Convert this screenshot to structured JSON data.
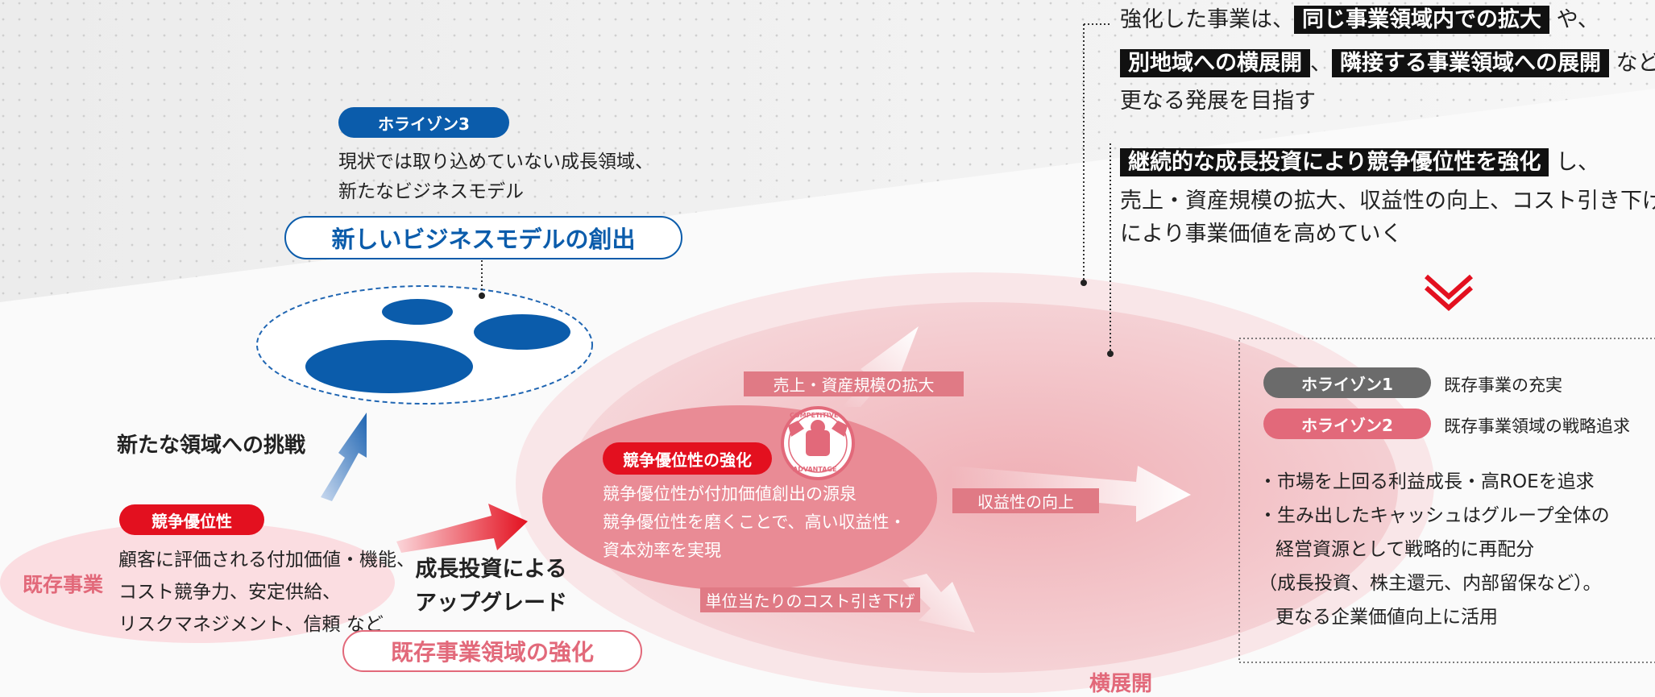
{
  "horizon3": {
    "badge": "ホライゾン3",
    "desc_lines": [
      "現状では取り込めていない成長領域、",
      "新たなビジネスモデル"
    ],
    "title": "新しいビジネスモデルの創出"
  },
  "challenge_label": "新たな領域への挑戦",
  "existing": {
    "side_label": "既存事業",
    "badge": "競争優位性",
    "lines": [
      "顧客に評価される付加価値・機能、",
      "コスト競争力、安定供給、",
      "リスクマネジメント、信頼 など"
    ]
  },
  "upgrade_lines": [
    "成長投資による",
    "アップグレード"
  ],
  "strengthen_title": "既存事業領域の強化",
  "competitive": {
    "badge": "競争優位性の強化",
    "emblem_top": "COMPETITIVE",
    "emblem_bottom": "ADVANTAGE",
    "lines": [
      "競争優位性が付加価値創出の源泉",
      "競争優位性を磨くことで、高い収益性・",
      "資本効率を実現"
    ]
  },
  "arrow_labels": {
    "sales": "売上・資産規模の拡大",
    "profit": "収益性の向上",
    "cost": "単位当たりのコスト引き下げ"
  },
  "horizontal_label": "横展開",
  "top_text": {
    "line1_pre": "強化した事業は、",
    "line1_hl": "同じ事業領域内での拡大",
    "line1_post": "や、",
    "line2_hl1": "別地域への横展開",
    "line2_sep": "、",
    "line2_hl2": "隣接する事業領域への展開",
    "line2_post": "など",
    "line3": "更なる発展を目指す"
  },
  "mid_text": {
    "hl": "継続的な成長投資により競争優位性を強化",
    "post": "し、",
    "line2": "売上・資産規模の拡大、収益性の向上、コスト引き下げ",
    "line3": "により事業価値を高めていく"
  },
  "summary": {
    "h1_badge": "ホライゾン1",
    "h1_desc": "既存事業の充実",
    "h2_badge": "ホライゾン2",
    "h2_desc": "既存事業領域の戦略追求",
    "bullets": [
      "・市場を上回る利益成長・高ROEを追求",
      "・生み出したキャッシュはグループ全体の"
    ],
    "continuation": [
      "経営資源として戦略的に再配分",
      "（成長投資、株主還元、内部留保など）。",
      "更なる企業価値向上に活用"
    ]
  },
  "colors": {
    "blue": "#0b5cab",
    "red": "#e3101f",
    "pink_text": "#e2697a",
    "gray": "#6b6b6b"
  }
}
